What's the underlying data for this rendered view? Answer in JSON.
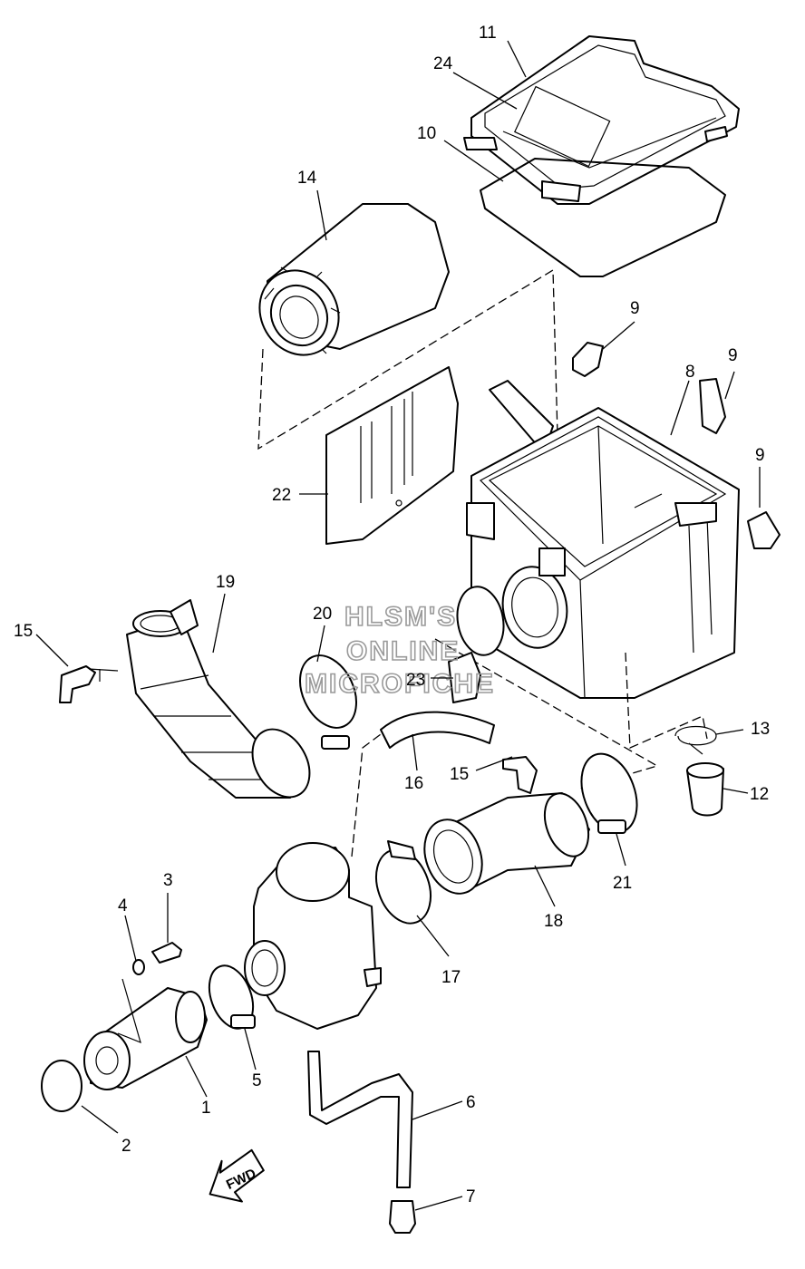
{
  "callouts": {
    "p1": "1",
    "p2": "2",
    "p3": "3",
    "p4": "4",
    "p5": "5",
    "p6": "6",
    "p7": "7",
    "p8": "8",
    "p9a": "9",
    "p9b": "9",
    "p9c": "9",
    "p10": "10",
    "p11": "11",
    "p12": "12",
    "p13": "13",
    "p14": "14",
    "p15a": "15",
    "p15b": "15",
    "p16": "16",
    "p17": "17",
    "p18": "18",
    "p19": "19",
    "p20": "20",
    "p21": "21",
    "p22": "22",
    "p23": "23",
    "p24": "24"
  },
  "watermark": {
    "line1": "HLSM'S",
    "line2": "ONLINE",
    "line3": "MICROFICHE"
  },
  "fwd_label": "FWD",
  "colors": {
    "ink": "#000000",
    "paper": "#ffffff",
    "watermark": "#9a9a9a"
  }
}
